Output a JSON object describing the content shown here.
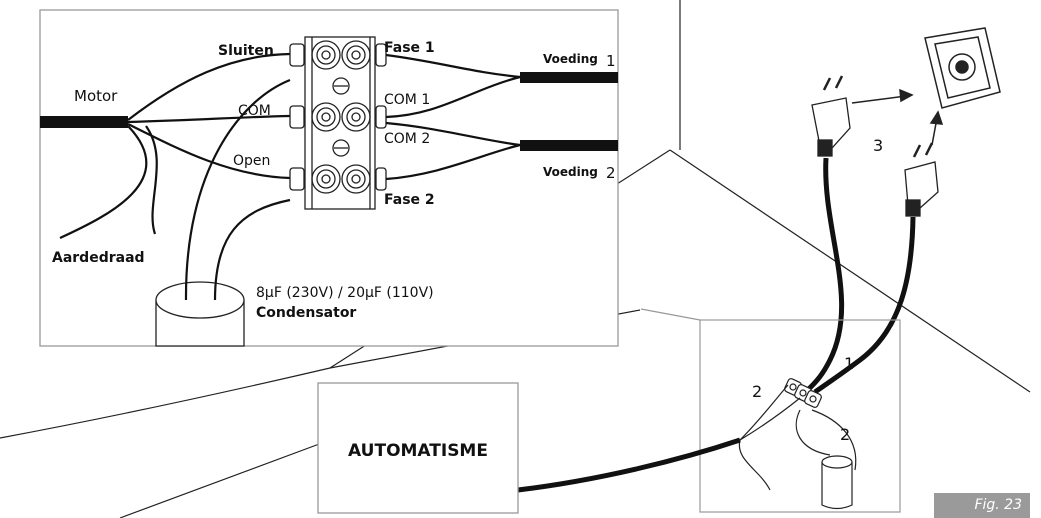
{
  "detail_labels": {
    "motor": "Motor",
    "sluiten": "Sluiten",
    "com": "COM",
    "open": "Open",
    "aardedraad": "Aardedraad",
    "fase1": "Fase 1",
    "com1": "COM 1",
    "com2": "COM 2",
    "fase2": "Fase 2",
    "voeding1_text": "Voeding",
    "voeding1_num": "1",
    "voeding2_text": "Voeding",
    "voeding2_num": "2",
    "capacitor_value": "8µF (230V) / 20µF (110V)",
    "capacitor_name": "Condensator"
  },
  "scene_labels": {
    "automatisme": "AUTOMATISME",
    "step1": "1",
    "step2_left": "2",
    "step2_bottom": "2",
    "step3": "3"
  },
  "figure_tag": "Fig. 23",
  "colors": {
    "line": "#111111",
    "frame": "#888888",
    "tag_bg": "#9a9a9a"
  }
}
